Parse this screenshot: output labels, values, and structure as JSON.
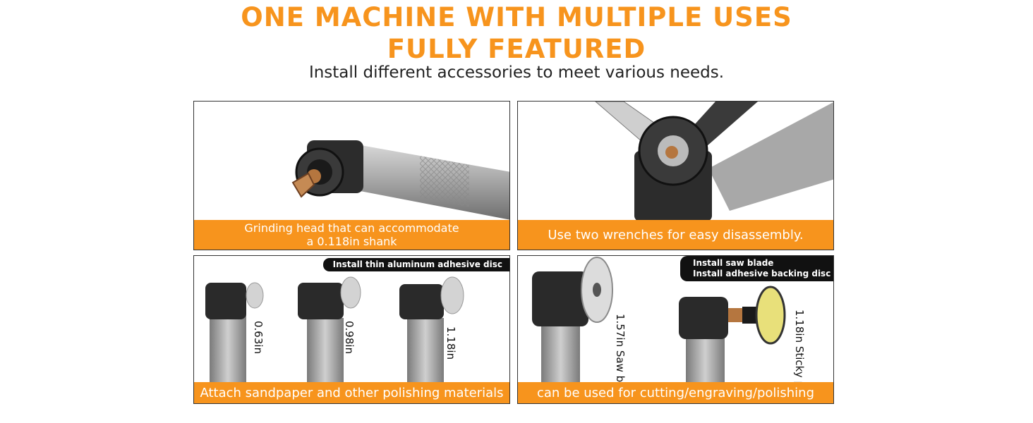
{
  "header": {
    "title_line1": "ONE MACHINE WITH MULTIPLE USES",
    "title_line2": "FULLY FEATURED",
    "subtitle": "Install different accessories to meet various needs."
  },
  "panels": [
    {
      "caption_line1": "Grinding head that can accommodate",
      "caption_line2": "a 0.118in shank"
    },
    {
      "caption": "Use two wrenches for easy disassembly."
    },
    {
      "tag": "Install thin aluminum adhesive disc",
      "sizes": [
        "0.63in",
        "0.98in",
        "1.18in"
      ],
      "caption": "Attach sandpaper and other polishing materials"
    },
    {
      "tag_line1": "Install saw blade",
      "tag_line2": "Install adhesive backing disc",
      "saw_label_line1": "1.57in",
      "saw_label_line2": "Saw blade",
      "sticky_label_line1": "1.18in",
      "sticky_label_line2": "Sticky plate",
      "caption": "can be used for cutting/engraving/polishing"
    }
  ],
  "colors": {
    "accent": "#f7941d",
    "tag_bg": "#111111",
    "sticky_plate": "#e8e07a"
  }
}
